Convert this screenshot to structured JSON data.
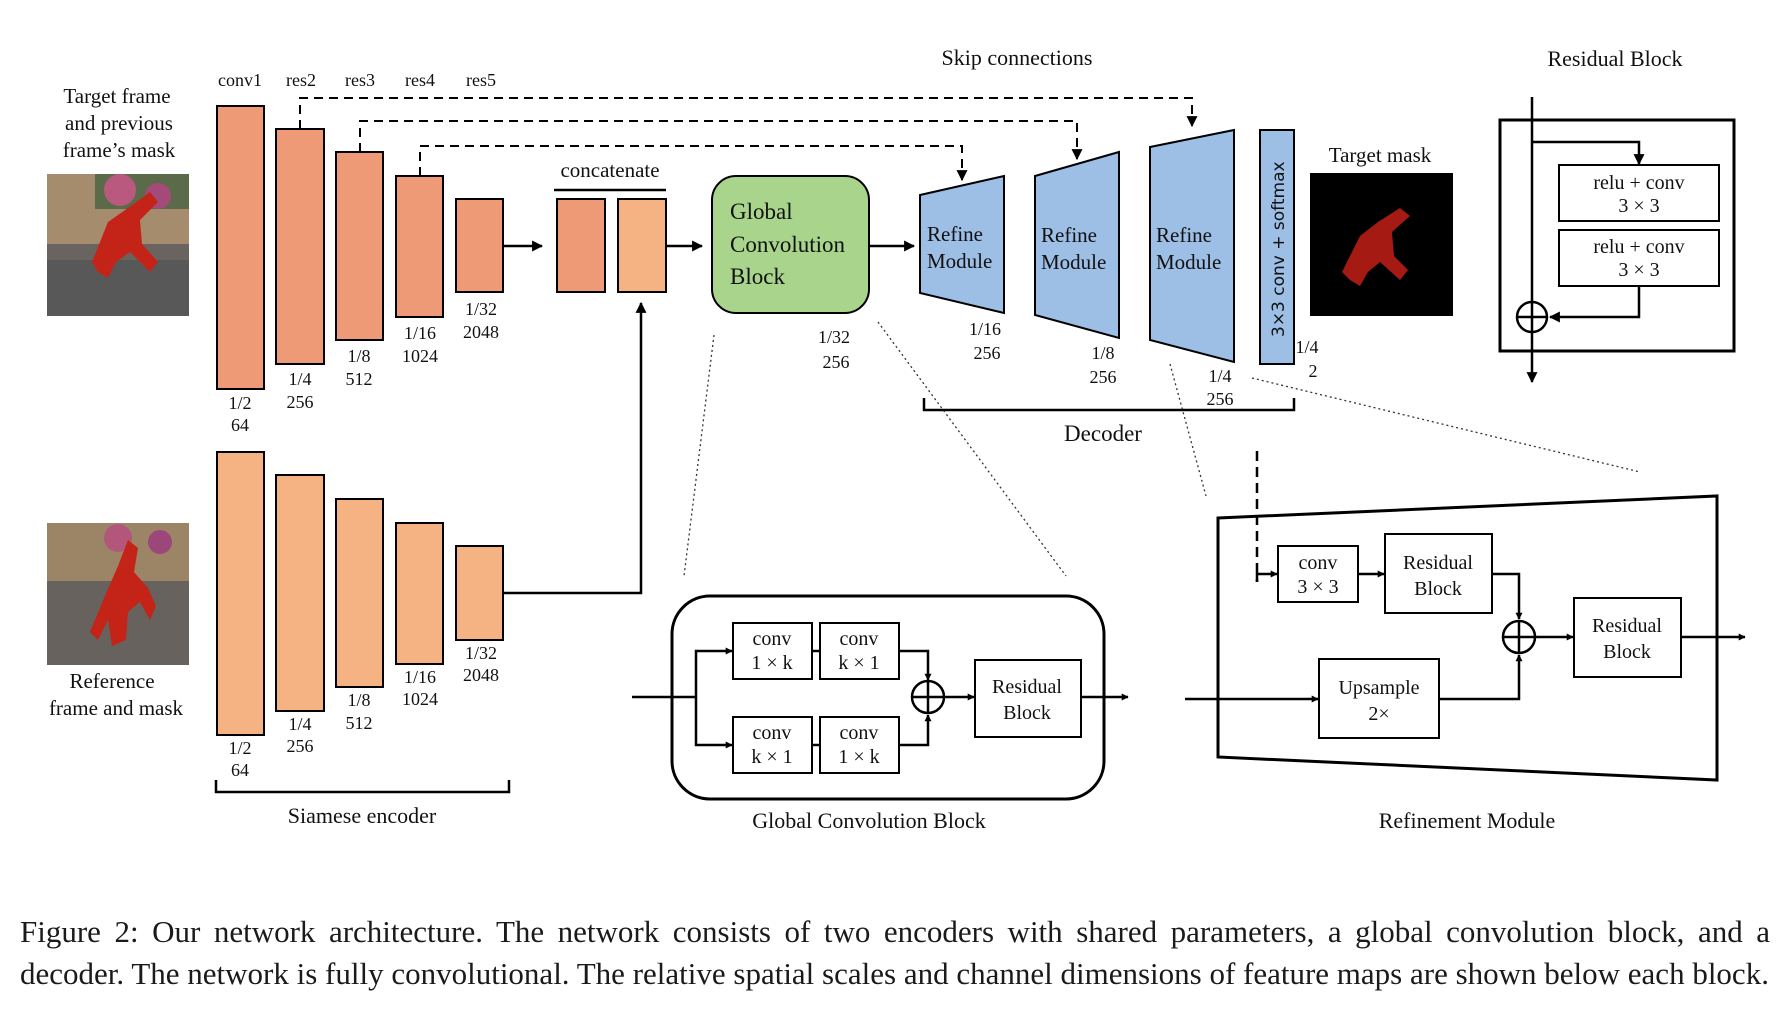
{
  "encoder": {
    "stage_names": [
      "conv1",
      "res2",
      "res3",
      "res4",
      "res5"
    ],
    "top_scales": [
      "1/2",
      "1/4",
      "1/8",
      "1/16",
      "1/32"
    ],
    "top_channels": [
      "64",
      "256",
      "512",
      "1024",
      "2048"
    ],
    "bottom_scales": [
      "1/2",
      "1/4",
      "1/8",
      "1/16",
      "1/32"
    ],
    "bottom_channels": [
      "64",
      "256",
      "512",
      "1024",
      "2048"
    ],
    "label": "Siamese encoder",
    "colors": {
      "target": "#ee9a77",
      "reference": "#f5b384"
    }
  },
  "inputs": {
    "target_label": [
      "Target frame",
      "and previous",
      "frame’s mask"
    ],
    "reference_label": [
      "Reference",
      "frame and mask"
    ]
  },
  "concat": {
    "label": "concatenate"
  },
  "gcb": {
    "label": [
      "Global",
      "Convolution",
      "Block"
    ],
    "scale": "1/32",
    "channels": "256",
    "color": "#a8d48c"
  },
  "skip": {
    "label": "Skip connections"
  },
  "decoder": {
    "modules": [
      {
        "label": [
          "Refine",
          "Module"
        ],
        "scale": "1/16",
        "channels": "256"
      },
      {
        "label": [
          "Refine",
          "Module"
        ],
        "scale": "1/8",
        "channels": "256"
      },
      {
        "label": [
          "Refine",
          "Module"
        ],
        "scale": "1/4",
        "channels": "256"
      }
    ],
    "softmax_label": "3×3 conv + softmax",
    "softmax_scale": "1/4",
    "softmax_channels": "2",
    "label": "Decoder",
    "color": "#9dbfe6"
  },
  "target_mask": {
    "label": "Target  mask"
  },
  "residual_block": {
    "title": "Residual Block",
    "conv1": [
      "relu + conv",
      "3 × 3"
    ],
    "conv2": [
      "relu + conv",
      "3 × 3"
    ]
  },
  "gcb_detail": {
    "title": "Global Convolution Block",
    "conv_a1": [
      "conv",
      "1 × k"
    ],
    "conv_a2": [
      "conv",
      "k × 1"
    ],
    "conv_b1": [
      "conv",
      "k × 1"
    ],
    "conv_b2": [
      "conv",
      "1 × k"
    ],
    "residual": [
      "Residual",
      "Block"
    ]
  },
  "refinement_detail": {
    "title": "Refinement Module",
    "conv": [
      "conv",
      "3 × 3"
    ],
    "residual1": [
      "Residual",
      "Block"
    ],
    "residual2": [
      "Residual",
      "Block"
    ],
    "upsample": [
      "Upsample",
      "2×"
    ]
  },
  "caption": "Figure 2: Our network architecture.  The network consists of two encoders with shared parameters, a global convolution block, and a decoder. The network is fully convolutional. The relative spatial scales and channel dimensions of feature maps are shown below each block."
}
